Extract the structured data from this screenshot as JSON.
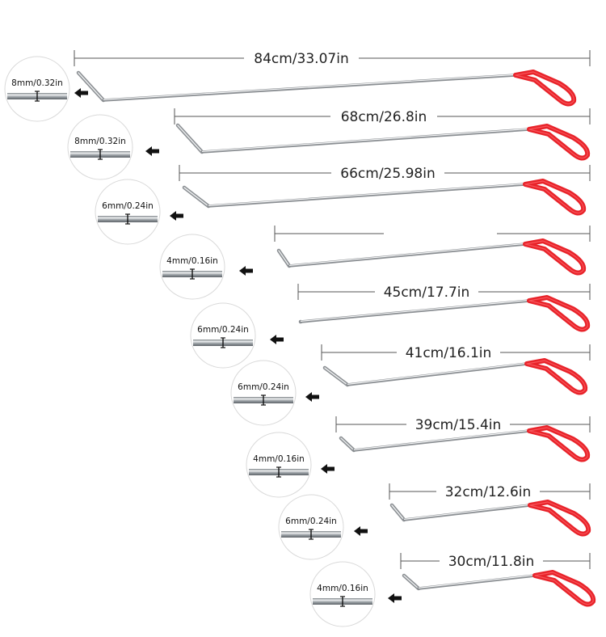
{
  "tools": [
    {
      "length_label": "84cm/33.07in",
      "diameter_label": "8mm/0.32in"
    },
    {
      "length_label": "68cm/26.8in",
      "diameter_label": "8mm/0.32in"
    },
    {
      "length_label": "66cm/25.98in",
      "diameter_label": "6mm/0.24in"
    },
    {
      "length_label": "",
      "diameter_label": "4mm/0.16in"
    },
    {
      "length_label": "45cm/17.7in",
      "diameter_label": "6mm/0.24in"
    },
    {
      "length_label": "41cm/16.1in",
      "diameter_label": "6mm/0.24in"
    },
    {
      "length_label": "39cm/15.4in",
      "diameter_label": "4mm/0.16in"
    },
    {
      "length_label": "32cm/12.6in",
      "diameter_label": "6mm/0.24in"
    },
    {
      "length_label": "30cm/11.8in",
      "diameter_label": "4mm/0.16in"
    }
  ],
  "colors": {
    "handle": "#e8232a",
    "rod": "#b9bcc0",
    "dimension_line": "#555555"
  }
}
